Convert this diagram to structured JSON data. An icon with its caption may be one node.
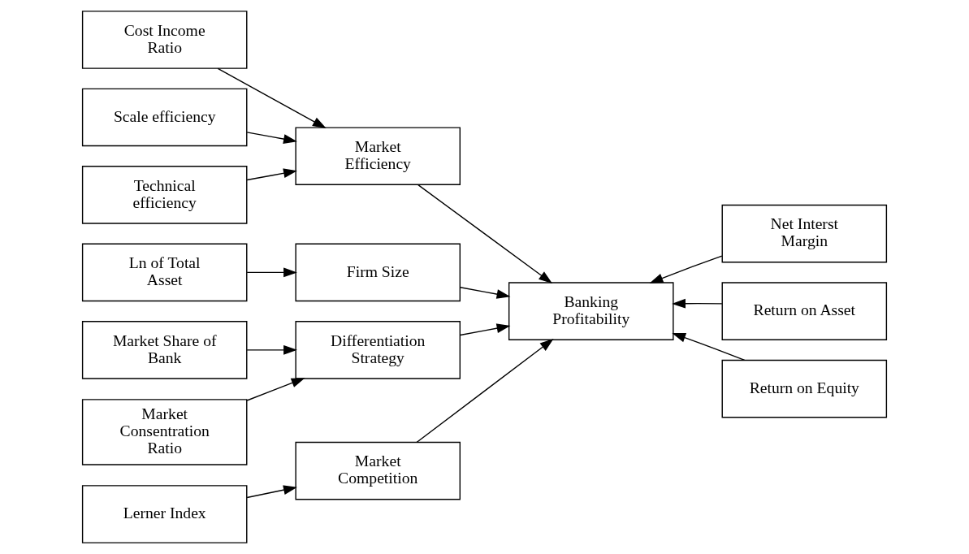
{
  "diagram": {
    "nodes": [
      {
        "text": [
          "Cost Income Ratio"
        ]
      },
      {
        "text": [
          "Scale efficiency"
        ]
      },
      {
        "text": [
          "Technical efficiency"
        ]
      },
      {
        "text": [
          "Market Efficiency"
        ]
      },
      {
        "text": [
          "Ln of Total Asset"
        ]
      },
      {
        "text": [
          "Firm Size"
        ]
      },
      {
        "text": [
          "Market Share of Bank"
        ]
      },
      {
        "text": [
          "Market Consentration Ratio"
        ]
      },
      {
        "text": [
          "Differentiation Strategy"
        ]
      },
      {
        "text": [
          "Lerner Index"
        ]
      },
      {
        "text": [
          "Market Competition"
        ]
      },
      {
        "text": [
          "Banking Profitability"
        ]
      },
      {
        "text": [
          "Net Interst Margin"
        ]
      },
      {
        "text": [
          "Return on Asset"
        ]
      },
      {
        "text": [
          "Return on Equity"
        ]
      }
    ],
    "edges": [
      {
        "from": 0,
        "to": 3,
        "arrow": "to"
      },
      {
        "from": 1,
        "to": 3,
        "arrow": "to"
      },
      {
        "from": 2,
        "to": 3,
        "arrow": "to"
      },
      {
        "from": 3,
        "to": 11,
        "arrow": "to"
      },
      {
        "from": 4,
        "to": 5,
        "arrow": "to"
      },
      {
        "from": 5,
        "to": 11,
        "arrow": "to"
      },
      {
        "from": 6,
        "to": 8,
        "arrow": "to"
      },
      {
        "from": 7,
        "to": 8,
        "arrow": "to"
      },
      {
        "from": 8,
        "to": 11,
        "arrow": "to"
      },
      {
        "from": 9,
        "to": 10,
        "arrow": "to"
      },
      {
        "from": 10,
        "to": 11,
        "arrow": "to"
      },
      {
        "from": 12,
        "to": 11,
        "arrow": "to"
      },
      {
        "from": 13,
        "to": 11,
        "arrow": "to"
      },
      {
        "from": 14,
        "to": 11,
        "arrow": "to"
      }
    ]
  }
}
